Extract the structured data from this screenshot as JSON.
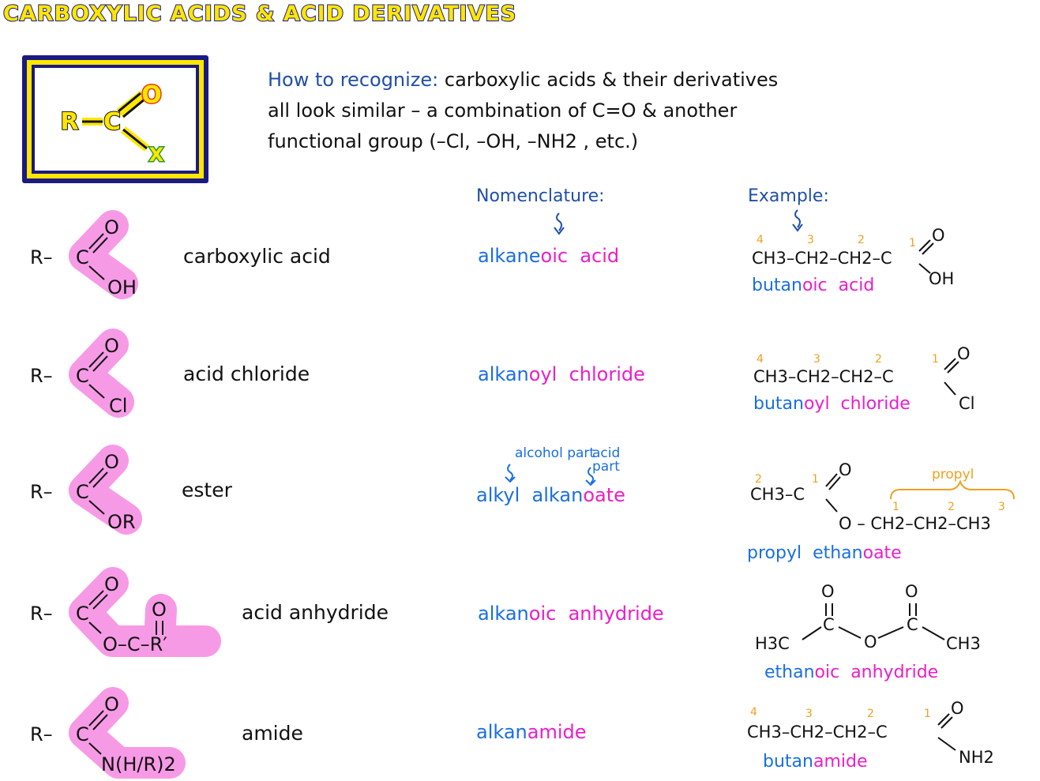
{
  "title": "CARBOXYLIC ACIDS & ACID DERIVATIVES",
  "general_structure": {
    "r": "R",
    "c": "C",
    "o": "O",
    "x": "X"
  },
  "intro": {
    "heading": "How to recognize:",
    "line1_rest": "carboxylic acids & their derivatives",
    "line2": "all look similar – a combination of C=O & another",
    "line3": "functional group (–Cl, –OH, –NH2 , etc.)"
  },
  "headers": {
    "nomenclature": "Nomenclature:",
    "example": "Example:"
  },
  "rows": [
    {
      "name": "carboxylic acid",
      "nom": [
        {
          "text": "alkane",
          "color": "blue"
        },
        {
          "text": "oic",
          "color": "pink"
        },
        {
          "text": "  acid",
          "color": "pink"
        }
      ],
      "struct": {
        "r": "R–",
        "c": "C",
        "o": "O",
        "sub": "OH"
      },
      "example": {
        "numbers": [
          "4",
          "3",
          "2",
          "1"
        ],
        "formula": "CH3–CH2–CH2–C",
        "o": "O",
        "sub": "OH",
        "name": [
          {
            "text": "butan",
            "color": "blue"
          },
          {
            "text": "oic",
            "color": "pink"
          },
          {
            "text": "  acid",
            "color": "pink"
          }
        ]
      }
    },
    {
      "name": "acid chloride",
      "nom": [
        {
          "text": "alkan",
          "color": "blue"
        },
        {
          "text": "oyl",
          "color": "pink"
        },
        {
          "text": "  chloride",
          "color": "pink"
        }
      ],
      "struct": {
        "r": "R–",
        "c": "C",
        "o": "O",
        "sub": "Cl"
      },
      "example": {
        "numbers": [
          "4",
          "3",
          "2",
          "1"
        ],
        "formula": "CH3–CH2–CH2–C",
        "o": "O",
        "sub": "Cl",
        "name": [
          {
            "text": "butan",
            "color": "blue"
          },
          {
            "text": "oyl",
            "color": "pink"
          },
          {
            "text": "  chloride",
            "color": "pink"
          }
        ]
      }
    },
    {
      "name": "ester",
      "nom": [
        {
          "text": "alkyl  alkan",
          "color": "blue"
        },
        {
          "text": "oate",
          "color": "pink"
        }
      ],
      "annotations": {
        "alcohol_part": "alcohol part",
        "acid_part": "acid part"
      },
      "struct": {
        "r": "R–",
        "c": "C",
        "o": "O",
        "sub": "OR"
      },
      "example": {
        "numbers_left": [
          "2",
          "1"
        ],
        "numbers_right": [
          "1",
          "2",
          "3"
        ],
        "left": "CH3–C",
        "o": "O",
        "chain": "O – CH2–CH2–CH3",
        "brace_label": "propyl",
        "name": [
          {
            "text": "propyl  ethan",
            "color": "blue"
          },
          {
            "text": "oate",
            "color": "pink"
          }
        ]
      }
    },
    {
      "name": "acid anhydride",
      "nom": [
        {
          "text": "alkan",
          "color": "blue"
        },
        {
          "text": "oic",
          "color": "pink"
        },
        {
          "text": "  anhydride",
          "color": "pink"
        }
      ],
      "struct": {
        "r": "R–",
        "c": "C",
        "o": "O",
        "bridge": "O–C–R′"
      },
      "example": {
        "left": "H3C",
        "right": "CH3",
        "o": "O",
        "c": "C",
        "name": [
          {
            "text": "ethan",
            "color": "blue"
          },
          {
            "text": "oic",
            "color": "pink"
          },
          {
            "text": "  anhydride",
            "color": "pink"
          }
        ]
      }
    },
    {
      "name": "amide",
      "nom": [
        {
          "text": "alkan",
          "color": "blue"
        },
        {
          "text": "amide",
          "color": "pink"
        }
      ],
      "struct": {
        "r": "R–",
        "c": "C",
        "o": "O",
        "sub": "N(H/R)2"
      },
      "example": {
        "numbers": [
          "4",
          "3",
          "2",
          "1"
        ],
        "formula": "CH3–CH2–CH2–C",
        "o": "O",
        "sub": "NH2",
        "name": [
          {
            "text": "butan",
            "color": "blue"
          },
          {
            "text": "amide",
            "color": "pink"
          }
        ]
      }
    }
  ],
  "colors": {
    "blue": "#1a6fe0",
    "pink": "#ec1ec8",
    "highlight": "#f79ae6",
    "orange": "#f0a020",
    "navy": "#1a1a80",
    "yellow": "#ffe600"
  }
}
